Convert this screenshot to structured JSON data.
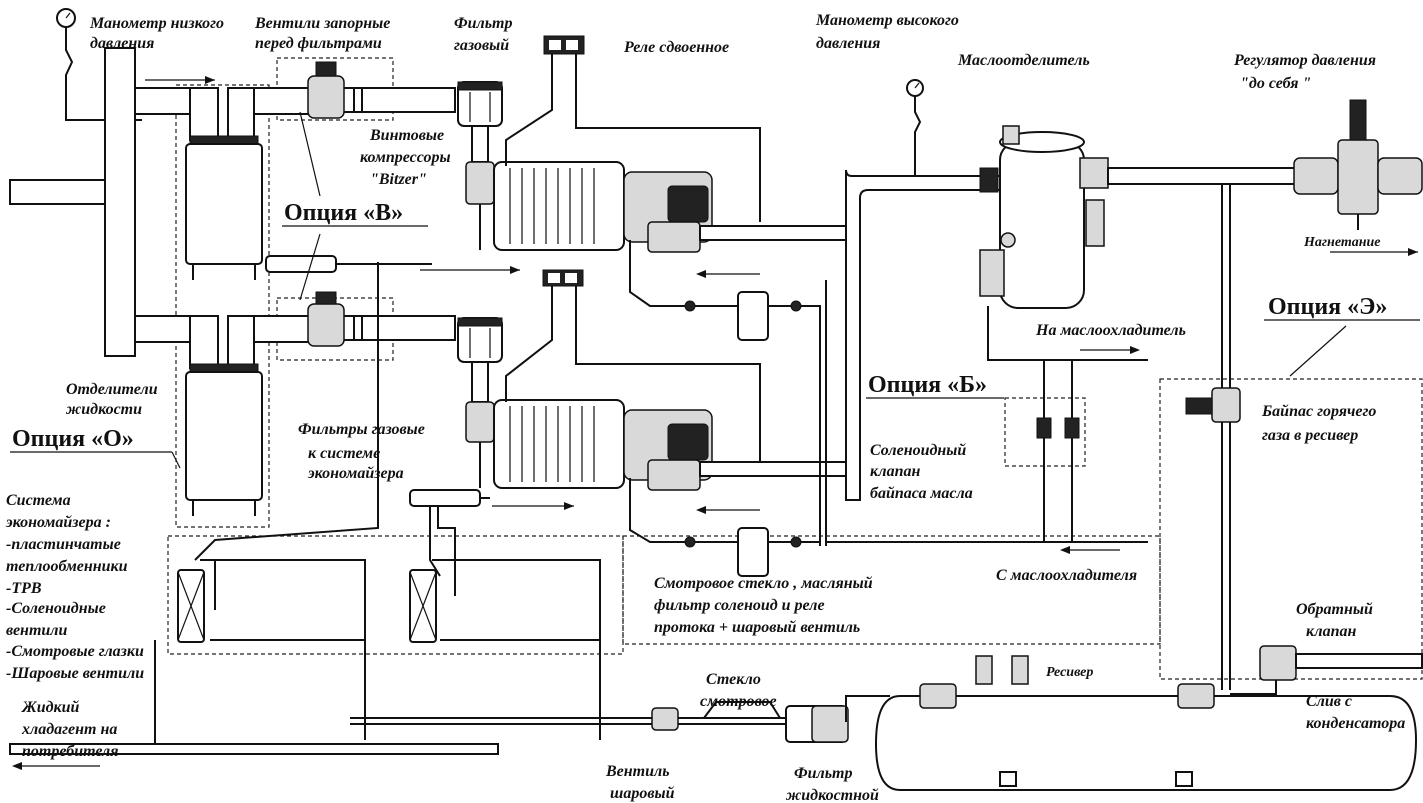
{
  "labels": {
    "low_pressure_gauge": [
      "Манометр низкого",
      "давления"
    ],
    "shutoff_valves": [
      "Вентили запорные",
      "перед фильтрами"
    ],
    "gas_filter": [
      "Фильтр",
      "газовый"
    ],
    "double_relay": "Реле сдвоенное",
    "high_pressure_gauge": [
      "Манометр высокого",
      "давления"
    ],
    "oil_separator": "Маслоотделитель",
    "pressure_regulator": [
      "Регулятор давления",
      "\"до себя \""
    ],
    "screw_compressors": [
      "Винтовые",
      "компрессоры",
      "\"Bitzer\""
    ],
    "discharge": "Нагнетание",
    "to_oil_cooler": "На маслоохладитель",
    "liquid_separators": [
      "Отделители",
      "жидкости"
    ],
    "gas_filters_economizer": [
      "Фильтры газовые",
      "к системе",
      "экономайзера"
    ],
    "solenoid_oil_bypass": [
      "Соленоидный",
      "клапан",
      "байпаса масла"
    ],
    "hot_gas_bypass": [
      "Байпас горячего",
      "газа в ресивер"
    ],
    "economizer_system": [
      "Система",
      "экономайзера :",
      "-пластинчатые",
      "теплообменники",
      "-ТРВ",
      "-Соленоидные",
      "вентили",
      "-Смотровые глазки",
      "-Шаровые вентили"
    ],
    "sight_glass_oil_filter": [
      "Смотровое стекло , масляный",
      "фильтр соленоид и реле",
      "протока + шаровый вентиль"
    ],
    "from_oil_cooler": "С маслоохладителя",
    "check_valve": [
      "Обратный",
      "клапан"
    ],
    "receiver": "Ресивер",
    "sight_glass": [
      "Стекло",
      "смотровое"
    ],
    "condenser_drain": [
      "Слив с",
      "конденсатора"
    ],
    "liquid_refrigerant": [
      "Жидкий",
      "хладагент на",
      "потребителя"
    ],
    "ball_valve": [
      "Вентиль",
      "шаровый"
    ],
    "liquid_filter": [
      "Фильтр",
      "жидкостной"
    ]
  },
  "options": {
    "option_v": "Опция «В»",
    "option_o": "Опция «О»",
    "option_b": "Опция «Б»",
    "option_e": "Опция «Э»"
  }
}
